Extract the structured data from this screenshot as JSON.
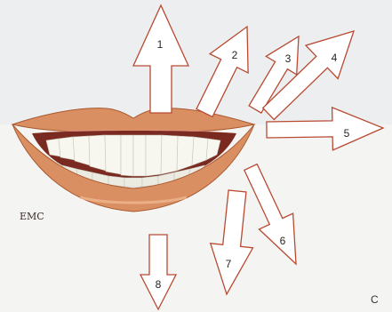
{
  "figure": {
    "logo_text": "EMC",
    "panel_letter": "C",
    "colors": {
      "arrow_stroke": "#b84a32",
      "arrow_fill": "#ffffff",
      "lip": "#d98f62",
      "lip_dark": "#a9592f",
      "gum": "#e69a8c",
      "teeth": "#f7f6ef",
      "background": "#f4f4f2",
      "background_band": "#e3e7ea"
    },
    "arrows": [
      {
        "label": "1"
      },
      {
        "label": "2"
      },
      {
        "label": "3"
      },
      {
        "label": "4"
      },
      {
        "label": "5"
      },
      {
        "label": "6"
      },
      {
        "label": "7"
      },
      {
        "label": "8"
      }
    ]
  }
}
